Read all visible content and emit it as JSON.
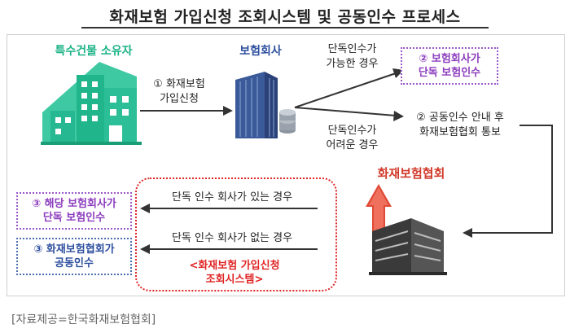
{
  "title": "화재보험 가입신청 조회시스템 및 공동인수 프로세스",
  "caption": "[자료제공=한국화재보험협회]",
  "nodes": {
    "owner": "특수건물 소유자",
    "company": "보험회사",
    "association": "화재보험협회"
  },
  "edges": {
    "apply": [
      "① 화재보험",
      "가입신청"
    ],
    "single_possible": [
      "단독인수가",
      "가능한 경우"
    ],
    "single_hard": [
      "단독인수가",
      "어려운 경우"
    ],
    "joint_notice": [
      "② 공동인수 안내 후",
      "화재보험협회 통보"
    ],
    "company_exists": "단독 인수 회사가 있는 경우",
    "company_none": "단독 인수 회사가 없는 경우"
  },
  "boxes": {
    "single_underwrite": [
      "② 보험회사가",
      "단독 보험인수"
    ],
    "company_single": [
      "③ 해당 보험회사가",
      "단독 보험인수"
    ],
    "assoc_joint": [
      "③ 화재보험협회가",
      "공동인수"
    ]
  },
  "system": [
    "<화재보험 가입신청",
    "조회시스템>"
  ],
  "colors": {
    "owner_green": "#1db387",
    "company_blue": "#2d4f9e",
    "association_red": "#d23a2a",
    "purple": "#8b3cbd",
    "system_red": "#e02424"
  }
}
